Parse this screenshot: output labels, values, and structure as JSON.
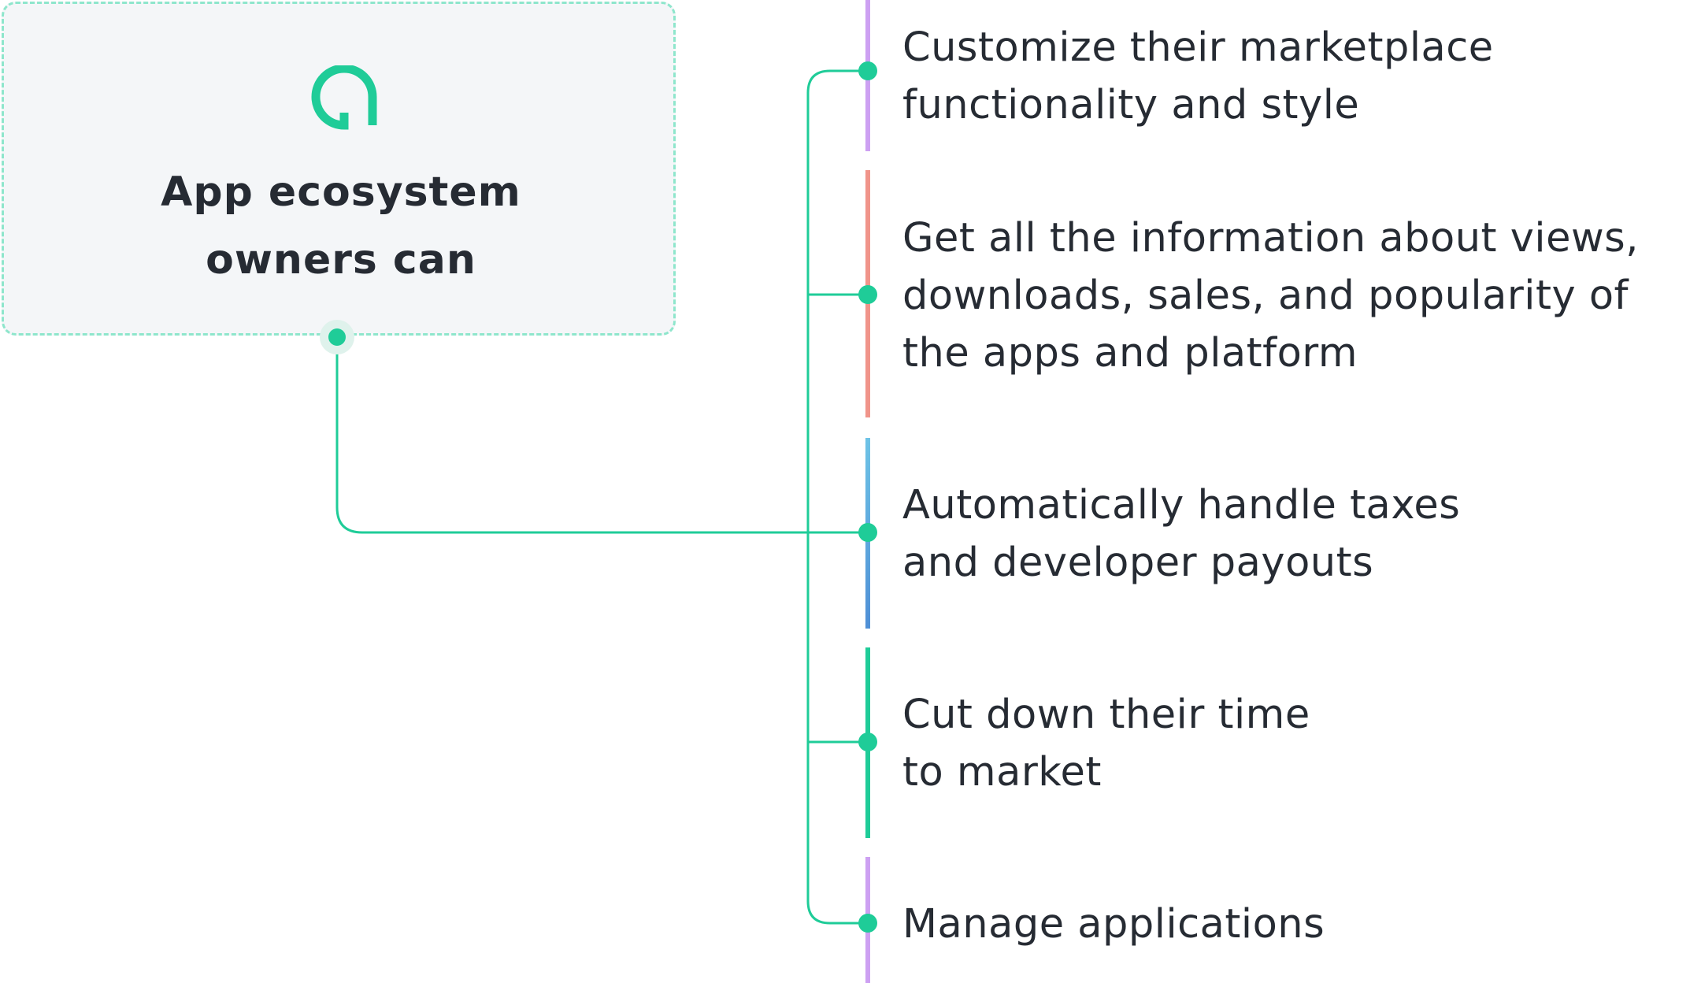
{
  "source": {
    "title_lines": [
      "App ecosystem",
      "owners can"
    ],
    "icon": "app-ecosystem-logo-icon",
    "accent_color": "#1fcc98"
  },
  "items": [
    {
      "lines": [
        "Customize their marketplace",
        "functionality and style"
      ],
      "bar_colors": [
        "#cda0f2",
        "#cda0f2"
      ]
    },
    {
      "lines": [
        "Get all the information about views,",
        "downloads, sales, and popularity of",
        "the apps and platform"
      ],
      "bar_colors": [
        "#f0948a",
        "#f0948a"
      ]
    },
    {
      "lines": [
        "Automatically handle taxes",
        "and developer payouts"
      ],
      "bar_colors": [
        "#6ec3e6",
        "#4f8fd6"
      ]
    },
    {
      "lines": [
        "Cut down their time",
        "to market"
      ],
      "bar_colors": [
        "#1fcc98",
        "#1fcc98"
      ]
    },
    {
      "lines": [
        "Manage applications"
      ],
      "bar_colors": [
        "#cda0f2",
        "#cda0f2"
      ]
    }
  ]
}
